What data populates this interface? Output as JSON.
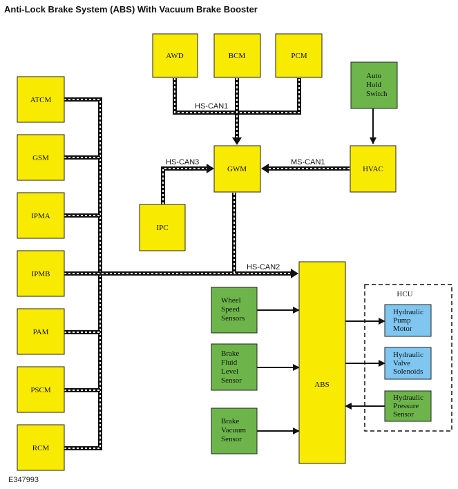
{
  "title": "Anti-Lock Brake System (ABS) With Vacuum Brake Booster",
  "figure_id": "E347993",
  "colors": {
    "module": "#f8ea00",
    "sensor": "#6db54a",
    "actuator": "#7fc6f0",
    "border": "#222222"
  },
  "modules": {
    "awd": "AWD",
    "bcm": "BCM",
    "pcm": "PCM",
    "gwm": "GWM",
    "ipc": "IPC",
    "hvac": "HVAC",
    "abs": "ABS",
    "atcm": "ATCM",
    "gsm": "GSM",
    "ipma": "IPMA",
    "ipmb": "IPMB",
    "pam": "PAM",
    "pscm": "PSCM",
    "rcm": "RCM"
  },
  "sensors": {
    "auto_hold": [
      "Auto",
      "Hold",
      "Switch"
    ],
    "wheel_speed": [
      "Wheel",
      "Speed",
      "Sensors"
    ],
    "brake_fluid": [
      "Brake",
      "Fluid",
      "Level",
      "Sensor"
    ],
    "brake_vacuum": [
      "Brake",
      "Vacuum",
      "Sensor"
    ],
    "hydraulic_pressure": [
      "Hydraulic",
      "Pressure",
      "Sensor"
    ]
  },
  "actuators": {
    "pump_motor": [
      "Hydraulic",
      "Pump",
      "Motor"
    ],
    "valve_solenoids": [
      "Hydraulic",
      "Valve",
      "Solenoids"
    ]
  },
  "hcu_label": "HCU",
  "buses": {
    "hs_can1": "HS-CAN1",
    "hs_can2": "HS-CAN2",
    "hs_can3": "HS-CAN3",
    "ms_can1": "MS-CAN1"
  }
}
